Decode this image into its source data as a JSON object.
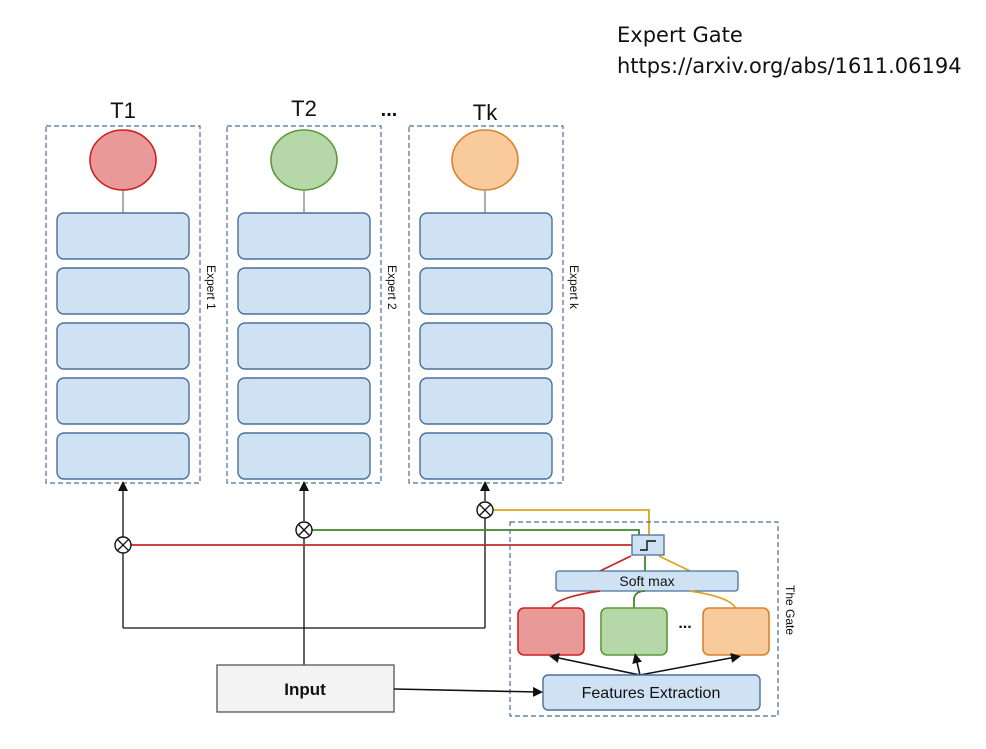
{
  "reference": {
    "title": "Expert Gate",
    "url": "https://arxiv.org/abs/1611.06194"
  },
  "experts": [
    {
      "task": "T1",
      "label": "Expert 1",
      "color": "#ea9999",
      "stroke": "#cc2222"
    },
    {
      "task": "T2",
      "label": "Expert 2",
      "color": "#b6d7a8",
      "stroke": "#5a9a3a"
    },
    {
      "task": "Tk",
      "label": "Expert k",
      "color": "#f9cb9c",
      "stroke": "#d9822b"
    }
  ],
  "ellipsis": "...",
  "layer_color": "#cfe2f3",
  "layer_stroke": "#4a6f9a",
  "gate": {
    "label": "The Gate",
    "softmax_label": "Soft max",
    "features_label": "Features Extraction",
    "ellipsis": "..."
  },
  "input_label": "Input",
  "line_colors": {
    "red": "#c62828",
    "green": "#3a8a2a",
    "yellow": "#d6a520",
    "black": "#111111"
  }
}
